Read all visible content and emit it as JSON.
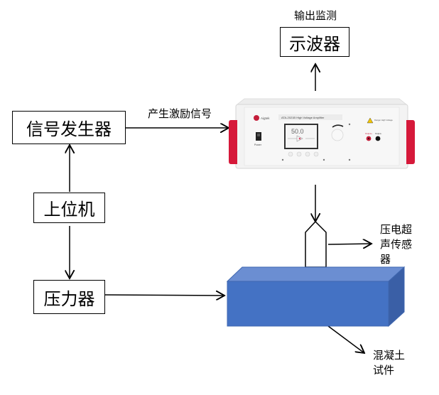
{
  "diagram": {
    "nodes": {
      "oscilloscope": {
        "label": "示波器",
        "caption": "输出监测"
      },
      "signal_generator": {
        "label": "信号发生器"
      },
      "host_computer": {
        "label": "上位机"
      },
      "pressure_device": {
        "label": "压力器"
      },
      "amplifier": {
        "brand": "Aigtek",
        "model": "ATA-2021B High Voltage Amplifier",
        "display_value": "50.0",
        "power_label": "Power",
        "warning_text": "Danger High Voltage",
        "output_labels": [
          "Output+",
          "Output-"
        ]
      },
      "sensor": {
        "label_lines": [
          "压电超",
          "声传感",
          "器"
        ]
      },
      "specimen": {
        "label_lines": [
          "混凝土",
          "试件"
        ]
      }
    },
    "edges": {
      "excitation": {
        "label": "产生激励信号"
      }
    },
    "colors": {
      "specimen_front": "#4472C4",
      "specimen_top": "#6B8ED2",
      "specimen_side": "#3A5FA6",
      "device_handle": "#D6193A"
    }
  }
}
